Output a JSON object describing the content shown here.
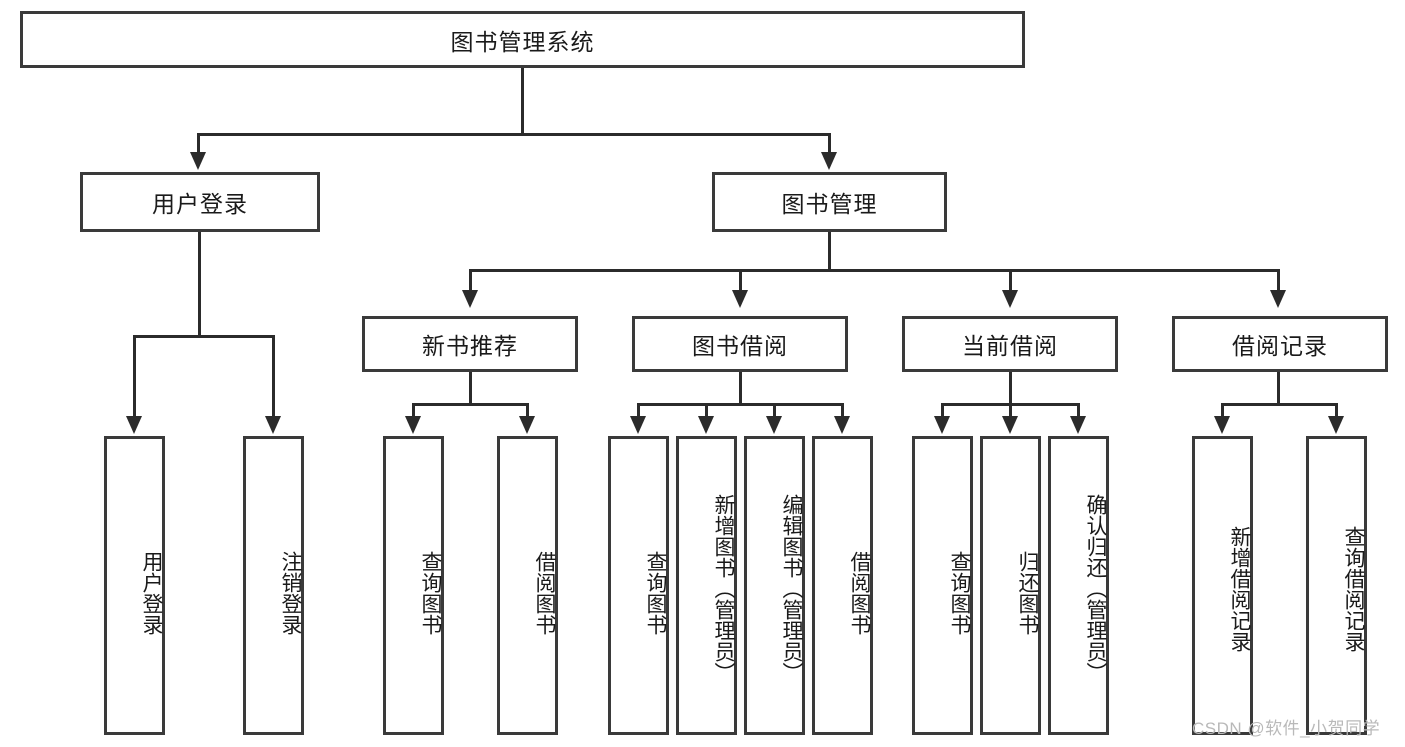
{
  "diagram": {
    "type": "tree-hierarchy",
    "title": "图书管理系统",
    "root": {
      "label": "图书管理系统"
    },
    "level1": [
      {
        "label": "用户登录"
      },
      {
        "label": "图书管理"
      }
    ],
    "level2": [
      {
        "label": "新书推荐"
      },
      {
        "label": "图书借阅"
      },
      {
        "label": "当前借阅"
      },
      {
        "label": "借阅记录"
      }
    ],
    "leaves": {
      "user_login": [
        {
          "label": "用户登录"
        },
        {
          "label": "注销登录"
        }
      ],
      "new_book_recommend": [
        {
          "label": "查询图书"
        },
        {
          "label": "借阅图书"
        }
      ],
      "book_borrow": [
        {
          "label": "查询图书"
        },
        {
          "label": "新增图书（管理员）"
        },
        {
          "label": "编辑图书（管理员）"
        },
        {
          "label": "借阅图书"
        }
      ],
      "current_borrow": [
        {
          "label": "查询图书"
        },
        {
          "label": "归还图书"
        },
        {
          "label": "确认归还（管理员）"
        }
      ],
      "borrow_record": [
        {
          "label": "新增借阅记录"
        },
        {
          "label": "查询借阅记录"
        }
      ]
    }
  },
  "watermark": {
    "text": "CSDN @软件_小贺同学"
  },
  "colors": {
    "box_border": "#3a3a3a",
    "connector": "#2b2b2b",
    "background": "#ffffff",
    "text": "#1a1a1a",
    "watermark": "#b9b9b9"
  }
}
